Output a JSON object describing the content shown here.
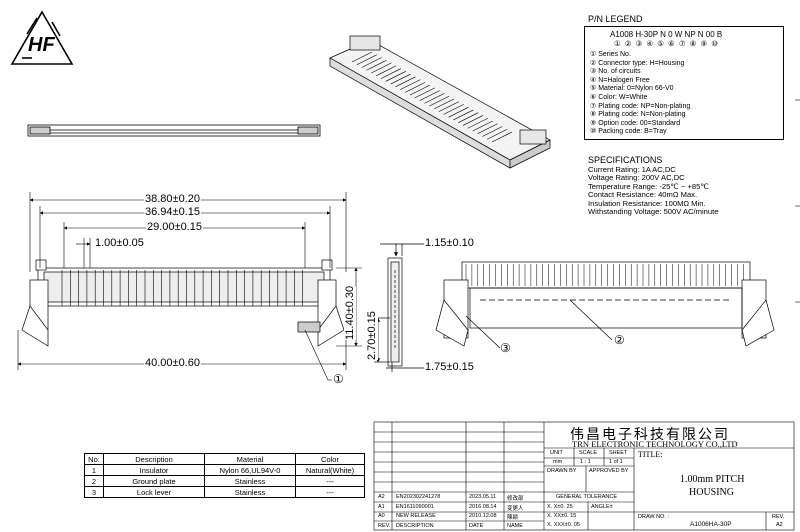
{
  "logo": {
    "text": "HF"
  },
  "legend": {
    "title": "P/N LEGEND",
    "code": "A1008 H-30P N 0 W NP N 00 B",
    "digits": "① ② ③ ④ ⑤ ⑥ ⑦ ⑧ ⑨ ⑩",
    "items": [
      "① Series No.",
      "② Connector type: H=Housing",
      "③ No. of circuits",
      "④ N=Halogen Free",
      "⑤ Material: 0=Nylon 66-V0",
      "⑥ Color: W=White",
      "⑦ Plating code: NP=Non-plating",
      "⑧ Plating code: N=Non-plating",
      "⑨ Option code: 00=Standard",
      "⑩ Packing code: B=Tray"
    ]
  },
  "specs": {
    "title": "SPECIFICATIONS",
    "items": [
      "Current Rating: 1A AC,DC",
      "Voltage Rating: 200V AC,DC",
      "Temperature Range: -25℃ ~ +85℃",
      "Contact Resistance: 40mΩ Max.",
      "Insulation Resistance: 100MΩ Min.",
      "Withstanding Voltage: 500V AC/minute"
    ]
  },
  "dimensions": {
    "d1": "38.80±0.20",
    "d2": "36.94±0.15",
    "d3": "29.00±0.15",
    "d4": "1.00±0.05",
    "d5": "40.00±0.60",
    "d6": "11.40±0.30",
    "d7": "2.70±0.15",
    "d8": "1.15±0.10",
    "d9": "1.75±0.15"
  },
  "callouts": {
    "c1": "①",
    "c2": "②",
    "c3": "③"
  },
  "bom": {
    "headers": [
      "No.",
      "Description",
      "Material",
      "Color"
    ],
    "rows": [
      [
        "1",
        "Insulator",
        "Nylon 66,UL94V-0",
        "Natural(White)"
      ],
      [
        "2",
        "Ground plate",
        "Stainless",
        "---"
      ],
      [
        "3",
        "Lock lever",
        "Stainless",
        "---"
      ]
    ]
  },
  "title_block": {
    "company_cn": "伟昌电子科技有限公司",
    "company_en": "TRN ELECTRONIC TECHNOLOGY CO.,LTD",
    "unit_label": "UNIT",
    "scale_label": "SCALE",
    "sheet_label": "SHEET",
    "unit": "mm",
    "scale": "1 : 1",
    "sheet": "1 of 1",
    "title_label": "TITLE:",
    "title_line1": "1.00mm PITCH",
    "title_line2": "HOUSING",
    "drawn_by": "DRAWN BY",
    "approved_by": "APPROVED BY",
    "tolerance": "GENERAL TOLERANCE",
    "angle": "ANGLE±",
    "tol1": "X. X±0. 25",
    "tol2": "X. XX±0. 15",
    "tol3": "X. XXX±0. 05",
    "draw_no_label": "DRAW NO. :",
    "draw_no": "A1006HA-30P",
    "rev_label": "REV.",
    "rev": "A2",
    "rev_rows": [
      [
        "A2",
        "EN202302241278",
        "2023.05.11",
        "修改部"
      ],
      [
        "A1",
        "EN1611090001",
        "2016.08.14",
        "变更人"
      ],
      [
        "A0",
        "NEW RELEASE",
        "2010.12.08",
        "陳颖"
      ],
      [
        "REV.",
        "DESCRIPTION",
        "DATE",
        "NAME"
      ]
    ]
  }
}
